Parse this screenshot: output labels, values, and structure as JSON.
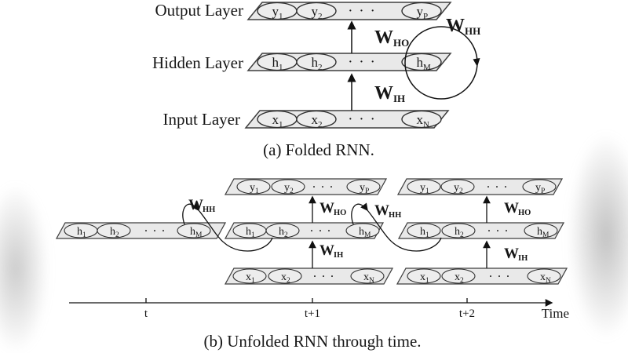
{
  "panel_a": {
    "caption": "(a) Folded RNN.",
    "layer_labels": [
      "Output Layer",
      "Hidden Layer",
      "Input Layer"
    ]
  },
  "panel_b": {
    "caption": "(b) Unfolded RNN through time.",
    "time_ticks": [
      "t",
      "t+1",
      "t+2"
    ],
    "time_label": "Time"
  },
  "nodes": {
    "y": [
      {
        "base": "y",
        "sub": "1"
      },
      {
        "base": "y",
        "sub": "2"
      },
      {
        "base": "y",
        "sub": "P"
      }
    ],
    "h": [
      {
        "base": "h",
        "sub": "1"
      },
      {
        "base": "h",
        "sub": "2"
      },
      {
        "base": "h",
        "sub": "M"
      }
    ],
    "x": [
      {
        "base": "x",
        "sub": "1"
      },
      {
        "base": "x",
        "sub": "2"
      },
      {
        "base": "x",
        "sub": "N"
      }
    ]
  },
  "dots": "· · ·",
  "weights": {
    "whh": {
      "base": "W",
      "sub": "HH"
    },
    "who": {
      "base": "W",
      "sub": "HO"
    },
    "wih": {
      "base": "W",
      "sub": "IH"
    }
  },
  "colors": {
    "background": "#ffffff",
    "bar_fill": "#e9e9e9",
    "outline": "#3f3f3f",
    "text": "#161616",
    "edge_band": "#c9c9c9"
  }
}
